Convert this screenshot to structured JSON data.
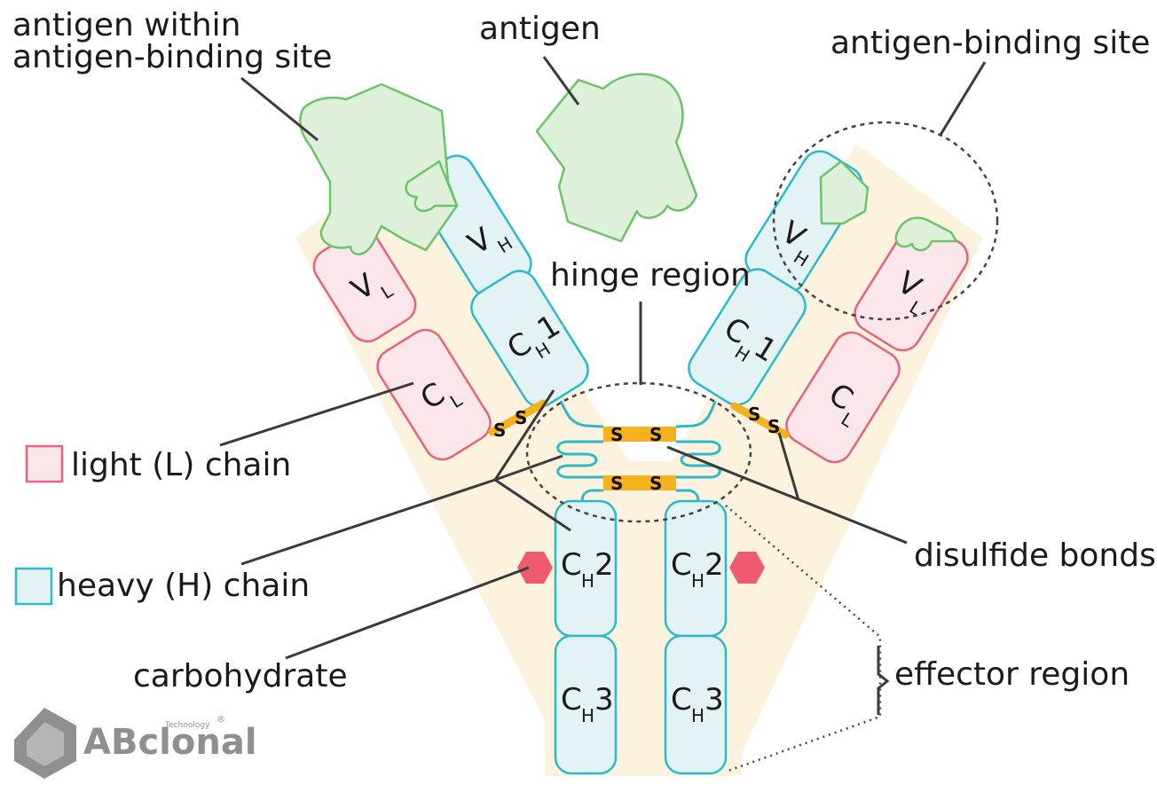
{
  "labels": {
    "antigen_within_line1": "antigen within",
    "antigen_within_line2": "antigen-binding site",
    "antigen": "antigen",
    "antigen_binding_site": "antigen-binding site",
    "hinge_region": "hinge region",
    "light_chain": "light (L) chain",
    "heavy_chain": "heavy (H) chain",
    "disulfide_bonds": "disulfide bonds",
    "carbohydrate": "carbohydrate",
    "effector_region": "effector region"
  },
  "domains": {
    "v": "V",
    "c": "C",
    "sub_h": "H",
    "sub_l": "L",
    "ch1_num": "1",
    "ch2_num": "2",
    "ch3_num": "3"
  },
  "bond_letter": "S",
  "logo": {
    "name": "ABclonal",
    "tagline": "Technology",
    "registered": "®"
  },
  "colors": {
    "light_chain": "#e8637b",
    "heavy_chain": "#2bbacb",
    "antigen": "#6cc46a",
    "disulfide": "#f4b120",
    "carbohydrate": "#ef5b6e",
    "background_band": "#fdf2de"
  }
}
